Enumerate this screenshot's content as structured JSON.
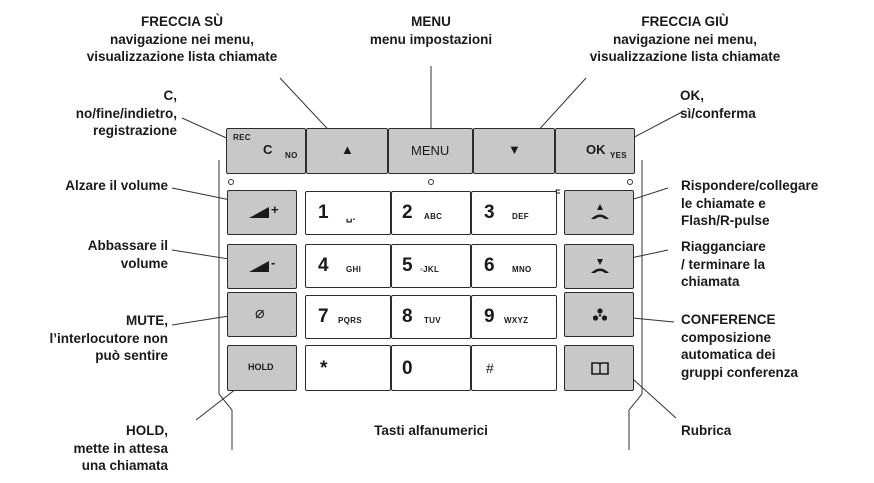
{
  "callouts": {
    "freccia_su": {
      "title": "FRECCIA SÙ",
      "line1": "navigazione nei menu,",
      "line2": "visualizzazione lista chiamate"
    },
    "menu": {
      "title": "MENU",
      "line1": "menu impostazioni"
    },
    "freccia_giu": {
      "title": "FRECCIA GIÙ",
      "line1": "navigazione nei menu,",
      "line2": "visualizzazione lista chiamate"
    },
    "c": {
      "title": "C,",
      "line1": "no/fine/indietro,",
      "line2": "registrazione"
    },
    "ok": {
      "title": "OK,",
      "line1": "sì/conferma"
    },
    "vol_up": {
      "line1": "Alzare il volume"
    },
    "vol_down": {
      "line1": "Abbassare il",
      "line2": "volume"
    },
    "answer": {
      "line1": "Rispondere/collegare",
      "line2": "le chiamate e",
      "line3": "Flash/R-pulse"
    },
    "hangup": {
      "line1": "Riagganciare",
      "line2": "/ terminare la",
      "line3": "chiamata"
    },
    "mute": {
      "title": "MUTE,",
      "line1": "l’interlocutore non",
      "line2": "può sentire"
    },
    "conference": {
      "title": "CONFERENCE",
      "line1": "composizione",
      "line2": "automatica dei",
      "line3": "gruppi conferenza"
    },
    "hold": {
      "title": "HOLD,",
      "line1": "mette in attesa",
      "line2": "una chiamata"
    },
    "alnum": {
      "line1": "Tasti alfanumerici"
    },
    "rubrica": {
      "line1": "Rubrica"
    }
  },
  "keys": {
    "c": {
      "main": "C",
      "super": "REC",
      "sub": "NO"
    },
    "up": {
      "icon": "▲"
    },
    "menu": {
      "main": "MENU"
    },
    "down": {
      "icon": "▼"
    },
    "ok": {
      "main": "OK",
      "sub": "YES"
    },
    "vol_up": {
      "icon": "volume-up-icon",
      "sign": "+"
    },
    "vol_down": {
      "icon": "volume-down-icon",
      "sign": "-"
    },
    "mute": {
      "icon": "⌀"
    },
    "hold": {
      "main": "HOLD"
    },
    "answer": {
      "super": "F",
      "icon": "handset-up-icon"
    },
    "hangup": {
      "icon": "handset-down-icon"
    },
    "conference": {
      "icon": "conference-icon"
    },
    "phonebook": {
      "icon": "book-icon"
    },
    "digits": [
      {
        "d": "1",
        "l": "␣."
      },
      {
        "d": "2",
        "l": "ABC"
      },
      {
        "d": "3",
        "l": "DEF"
      },
      {
        "d": "4",
        "l": "GHI"
      },
      {
        "d": "5",
        "l": "▫JKL"
      },
      {
        "d": "6",
        "l": "MNO"
      },
      {
        "d": "7",
        "l": "PQRS"
      },
      {
        "d": "8",
        "l": "TUV"
      },
      {
        "d": "9",
        "l": "WXYZ"
      },
      {
        "d": "*",
        "l": ""
      },
      {
        "d": "0",
        "l": ""
      },
      {
        "d": "#",
        "l": ""
      }
    ]
  }
}
